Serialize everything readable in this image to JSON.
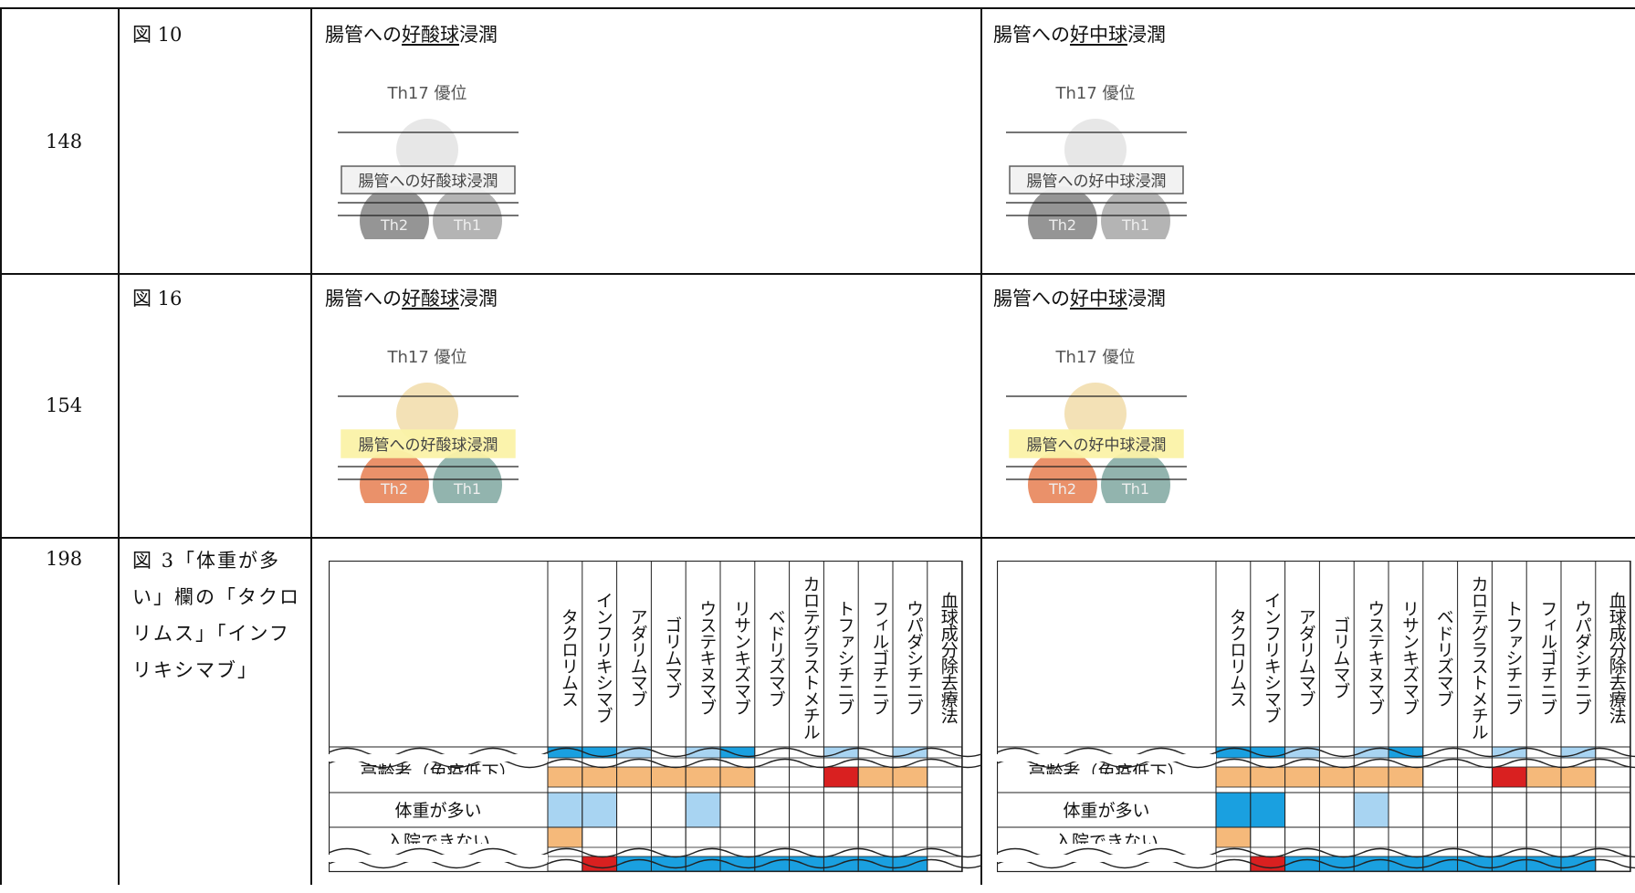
{
  "rows": [
    {
      "page": "148",
      "figure": "図 10",
      "left": {
        "pre": "腸管への",
        "ul": "好酸球",
        "post": "浸潤"
      },
      "right": {
        "pre": "腸管への",
        "ul": "好中球",
        "post": "浸潤"
      },
      "left_fig": {
        "top_label": "Th17 優位",
        "box_label": "腸管への好酸球浸潤",
        "c1": "Th2",
        "c2": "Th1"
      },
      "right_fig": {
        "top_label": "Th17 優位",
        "box_label": "腸管への好中球浸潤",
        "c1": "Th2",
        "c2": "Th1"
      },
      "palette": {
        "top": "#e3e3e3",
        "box_bg": "#f2f2f2",
        "box_border": "#555555",
        "c1": "#8a8a8a",
        "c2": "#a7a7a7"
      }
    },
    {
      "page": "154",
      "figure": "図 16",
      "left": {
        "pre": "腸管への",
        "ul": "好酸球",
        "post": "浸潤"
      },
      "right": {
        "pre": "腸管への",
        "ul": "好中球",
        "post": "浸潤"
      },
      "left_fig": {
        "top_label": "Th17 優位",
        "box_label": "腸管への好酸球浸潤",
        "c1": "Th2",
        "c2": "Th1"
      },
      "right_fig": {
        "top_label": "Th17 優位",
        "box_label": "腸管への好中球浸潤",
        "c1": "Th2",
        "c2": "Th1"
      },
      "palette": {
        "top": "#f1dca9",
        "box_bg": "#fbf3a8",
        "box_border": "#fbf3a8",
        "c1": "#e8855a",
        "c2": "#7fa7a0"
      }
    },
    {
      "page": "198",
      "figure": "図 3「体重が多い」欄の「タクロリムス」「インフリキシマブ」"
    }
  ],
  "table": {
    "columns": [
      "タクロリムス",
      "インフリキシマブ",
      "アダリムマブ",
      "ゴリムマブ",
      "ウステキヌマブ",
      "リサンキズマブ",
      "ベドリズマブ",
      "カロテグラストメチル",
      "トファシチニブ",
      "フィルゴチニブ",
      "ウパダシチニブ",
      "血球成分除去療法"
    ],
    "row_labels": [
      "高齢者（免疫低下）",
      "体重が多い",
      "入院できない"
    ],
    "colors": {
      "dark_blue": "#1aa0e0",
      "light_blue": "#a8d4f2",
      "orange": "#f5b97a",
      "red": "#d92020",
      "white": "#ffffff"
    },
    "left": {
      "top_strip": [
        "dark_blue",
        "dark_blue",
        "light_blue",
        "white",
        "light_blue",
        "dark_blue",
        "white",
        "white",
        "light_blue",
        "white",
        "light_blue",
        "white"
      ],
      "elderly": [
        "orange",
        "orange",
        "orange",
        "orange",
        "orange",
        "orange",
        "white",
        "white",
        "red",
        "orange",
        "orange",
        "white"
      ],
      "weight": [
        "light_blue",
        "light_blue",
        "white",
        "white",
        "light_blue",
        "white",
        "white",
        "white",
        "white",
        "white",
        "white",
        "white"
      ],
      "hospital": [
        "orange",
        "white",
        "white",
        "white",
        "white",
        "white",
        "white",
        "white",
        "white",
        "white",
        "white",
        "white"
      ],
      "bottom_strip": [
        "white",
        "red",
        "dark_blue",
        "dark_blue",
        "dark_blue",
        "dark_blue",
        "dark_blue",
        "dark_blue",
        "dark_blue",
        "dark_blue",
        "dark_blue",
        "white"
      ]
    },
    "right": {
      "top_strip": [
        "dark_blue",
        "dark_blue",
        "light_blue",
        "white",
        "light_blue",
        "dark_blue",
        "white",
        "white",
        "light_blue",
        "white",
        "light_blue",
        "white"
      ],
      "elderly": [
        "orange",
        "orange",
        "orange",
        "orange",
        "orange",
        "orange",
        "white",
        "white",
        "red",
        "orange",
        "orange",
        "white"
      ],
      "weight": [
        "dark_blue",
        "dark_blue",
        "white",
        "white",
        "light_blue",
        "white",
        "white",
        "white",
        "white",
        "white",
        "white",
        "white"
      ],
      "hospital": [
        "orange",
        "white",
        "white",
        "white",
        "white",
        "white",
        "white",
        "white",
        "white",
        "white",
        "white",
        "white"
      ],
      "bottom_strip": [
        "white",
        "red",
        "dark_blue",
        "dark_blue",
        "dark_blue",
        "dark_blue",
        "dark_blue",
        "dark_blue",
        "dark_blue",
        "dark_blue",
        "dark_blue",
        "white"
      ]
    }
  }
}
